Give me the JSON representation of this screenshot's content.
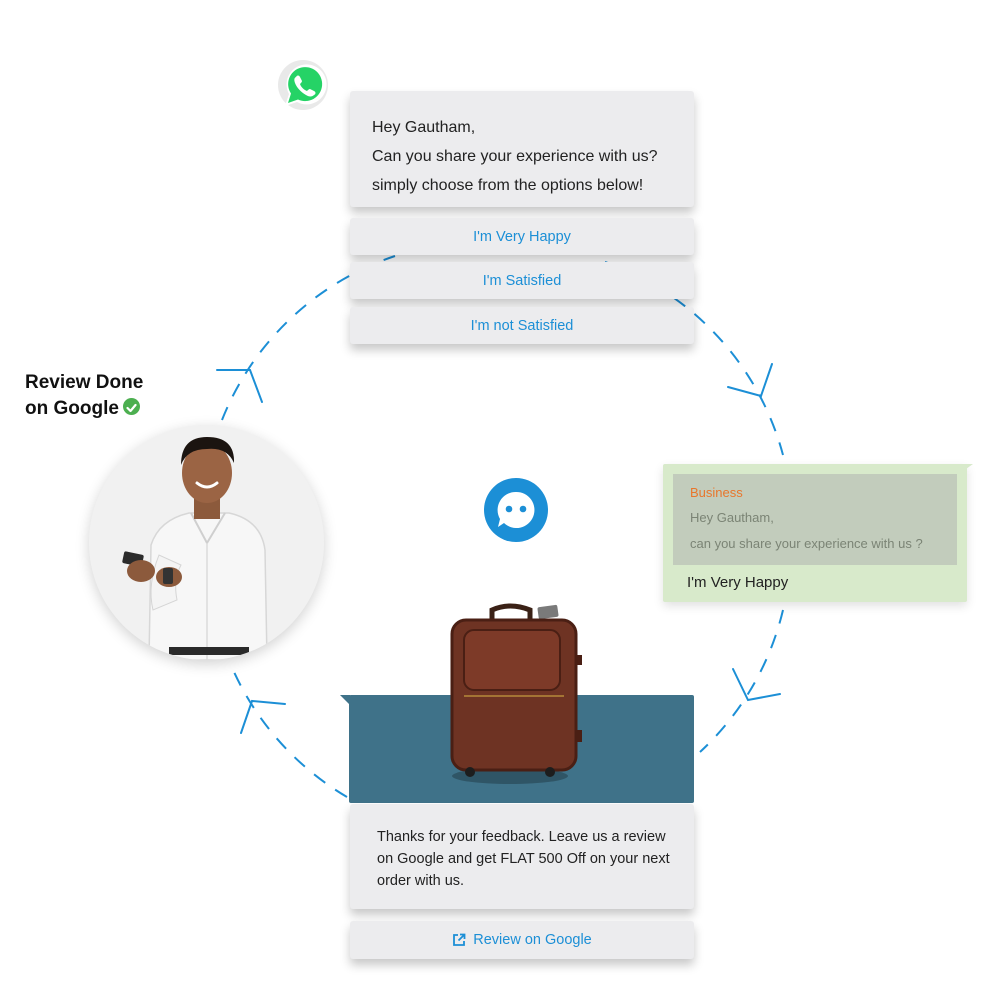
{
  "greeting_card": {
    "lines": [
      "Hey Gautham,",
      "Can you share your experience with us?",
      "simply choose from the options below!"
    ]
  },
  "options": [
    "I'm Very Happy",
    "I'm Satisfied",
    "I'm not Satisfied"
  ],
  "reply": {
    "quoted_sender": "Business",
    "quoted_line1": "Hey Gautham,",
    "quoted_line2": "can you share your experience with us ?",
    "text": "I'm Very Happy"
  },
  "review_status": {
    "line1": "Review Done",
    "line2": "on Google"
  },
  "offer": {
    "text": "Thanks for your feedback. Leave us a review on Google and get FLAT 500 Off on your next order with us.",
    "cta_label": "Review on Google"
  },
  "colors": {
    "accent_blue": "#1c8fd6",
    "whatsapp_green": "#25d366",
    "reply_bg": "#d8eacb",
    "sender_orange": "#e8762c",
    "banner_teal": "#3f7289",
    "check_green": "#4caf50"
  },
  "icons": [
    "whatsapp-icon",
    "chat-bot-icon",
    "verified-check-icon",
    "external-link-icon"
  ]
}
